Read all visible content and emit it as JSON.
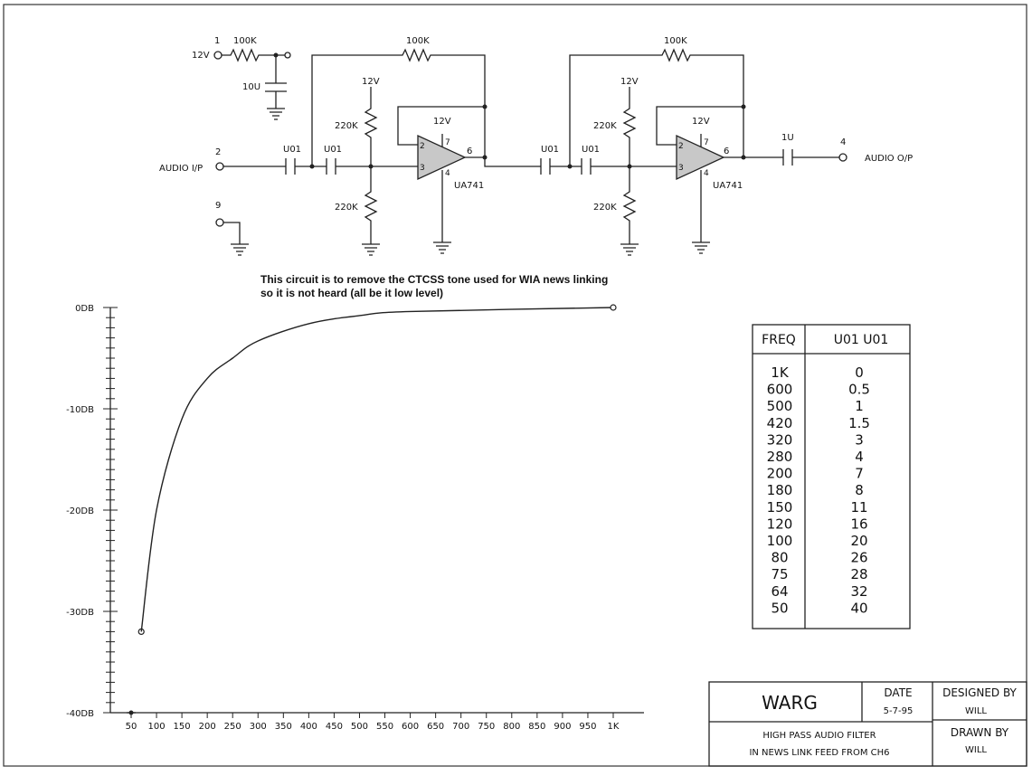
{
  "circuit": {
    "terminals": [
      {
        "num": "1",
        "label": "12V"
      },
      {
        "num": "2",
        "label": "AUDIO I/P"
      },
      {
        "num": "9",
        "label": ""
      },
      {
        "num": "4",
        "label": "AUDIO O/P"
      }
    ],
    "components": {
      "r_bias_in": "100K",
      "c_decouple": "10U",
      "r_fb1": "100K",
      "r_fb2": "100K",
      "c1": "U01",
      "c2": "U01",
      "c3": "U01",
      "c4": "U01",
      "c_out": "1U",
      "r_top1": "220K",
      "r_bot1": "220K",
      "r_top2": "220K",
      "r_bot2": "220K",
      "supply1": "12V",
      "supply2": "12V",
      "supply3": "12V",
      "supply4": "12V"
    },
    "opamps": [
      {
        "name": "UA741",
        "pin_inv": "2",
        "pin_noninv": "3",
        "pin_out": "6",
        "pin_vplus": "7",
        "pin_vminus": "4"
      },
      {
        "name": "UA741",
        "pin_inv": "2",
        "pin_noninv": "3",
        "pin_out": "6",
        "pin_vplus": "7",
        "pin_vminus": "4"
      }
    ]
  },
  "note": {
    "line1": "This circuit is to remove the CTCSS tone used for WIA news linking",
    "line2": "so it is not heard (all be it low level)"
  },
  "chart_data": {
    "type": "line",
    "title": "",
    "xlabel": "",
    "ylabel": "",
    "x_ticks": [
      "50",
      "100",
      "150",
      "200",
      "250",
      "300",
      "350",
      "400",
      "450",
      "500",
      "550",
      "600",
      "650",
      "700",
      "750",
      "800",
      "850",
      "900",
      "950",
      "1K"
    ],
    "y_ticks": [
      "0DB",
      "-10DB",
      "-20DB",
      "-30DB",
      "-40DB"
    ],
    "xlim": [
      50,
      1000
    ],
    "ylim": [
      -40,
      0
    ],
    "series": [
      {
        "x": [
          70,
          100,
          150,
          200,
          250,
          300,
          400,
          500,
          600,
          1000
        ],
        "y": [
          -32,
          -20,
          -11,
          -7,
          -5,
          -3.3,
          -1.6,
          -0.8,
          -0.4,
          0
        ]
      }
    ]
  },
  "table": {
    "headers": [
      "FREQ",
      "U01 U01"
    ],
    "rows": [
      [
        "1K",
        "0"
      ],
      [
        "600",
        "0.5"
      ],
      [
        "500",
        "1"
      ],
      [
        "420",
        "1.5"
      ],
      [
        "320",
        "3"
      ],
      [
        "280",
        "4"
      ],
      [
        "200",
        "7"
      ],
      [
        "180",
        "8"
      ],
      [
        "150",
        "11"
      ],
      [
        "120",
        "16"
      ],
      [
        "100",
        "20"
      ],
      [
        "80",
        "26"
      ],
      [
        "75",
        "28"
      ],
      [
        "64",
        "32"
      ],
      [
        "50",
        "40"
      ]
    ]
  },
  "title_block": {
    "company": "WARG",
    "date_label": "DATE",
    "date": "5-7-95",
    "designed_label": "DESIGNED BY",
    "designed_by": "WILL",
    "drawn_label": "DRAWN BY",
    "drawn_by": "WILL",
    "desc_line1": "HIGH PASS AUDIO FILTER",
    "desc_line2": "IN NEWS LINK FEED FROM CH6"
  }
}
